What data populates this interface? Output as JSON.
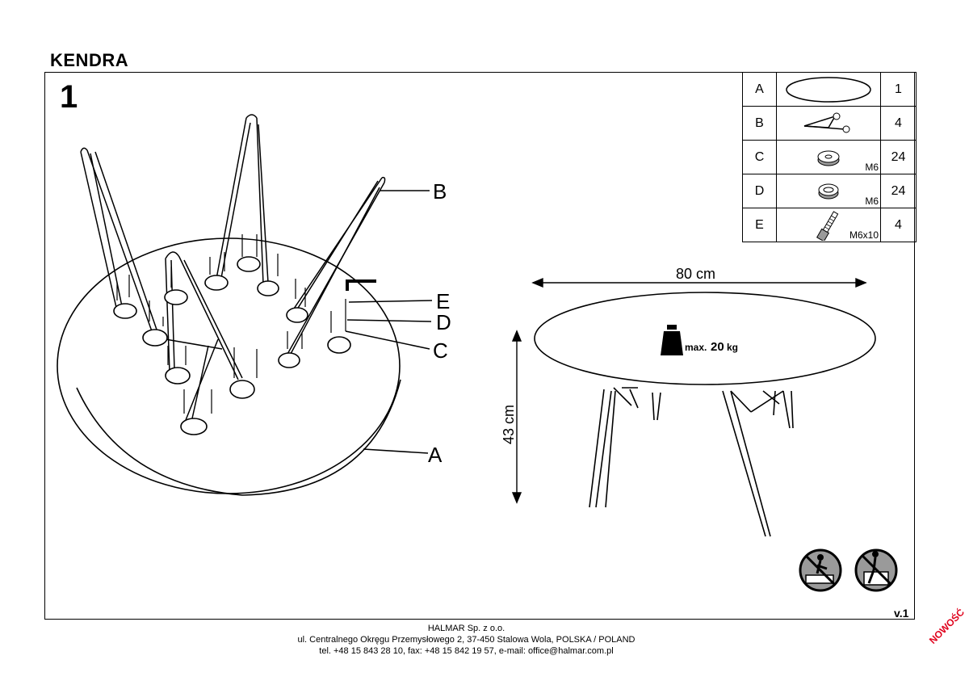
{
  "header": {
    "title": "KENDRA",
    "step_number": "1"
  },
  "callouts": {
    "A": "A",
    "B": "B",
    "C": "C",
    "D": "D",
    "E": "E"
  },
  "dimensions": {
    "width": "80 cm",
    "height": "43 cm"
  },
  "load": {
    "prefix": "max.",
    "value": "20",
    "unit": "kg"
  },
  "parts": [
    {
      "label": "A",
      "size": "",
      "qty": "1",
      "icon": "tabletop-icon"
    },
    {
      "label": "B",
      "size": "",
      "qty": "4",
      "icon": "leg-bracket-icon"
    },
    {
      "label": "C",
      "size": "M6",
      "qty": "24",
      "icon": "flat-washer-icon"
    },
    {
      "label": "D",
      "size": "M6",
      "qty": "24",
      "icon": "spring-washer-icon"
    },
    {
      "label": "E",
      "size": "M6x10",
      "qty": "4",
      "icon": "bolt-icon"
    }
  ],
  "version": "v.1",
  "footer": {
    "company": "HALMAR Sp. z o.o.",
    "address": "ul. Centralnego Okręgu Przemysłowego 2, 37-450 Stalowa Wola, POLSKA / POLAND",
    "contact": "tel. +48 15 843 28 10, fax: +48 15 842 19 57, e-mail: office@halmar.com.pl"
  },
  "stamp": "NOWOŚĆ",
  "colors": {
    "line": "#000000",
    "stamp": "#e0001b",
    "icon_fill": "#9a9a9a"
  }
}
